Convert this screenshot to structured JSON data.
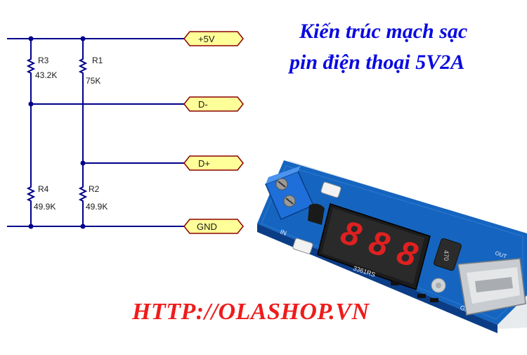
{
  "title": {
    "line1": "Kiến trúc mạch sạc",
    "line2": "pin điện thoại 5V2A",
    "color": "#0a0ae0"
  },
  "footer": {
    "url": "HTTP://OLASHOP.VN",
    "color": "#ee1c1c"
  },
  "schematic": {
    "nets": {
      "vplus": "+5V",
      "dminus": "D-",
      "dplus": "D+",
      "gnd": "GND"
    },
    "resistors": {
      "r3": {
        "ref": "R3",
        "value": "43.2K"
      },
      "r1": {
        "ref": "R1",
        "value": "75K"
      },
      "r4": {
        "ref": "R4",
        "value": "49.9K"
      },
      "r2": {
        "ref": "R2",
        "value": "49.9K"
      }
    },
    "wire_color": "#00008b",
    "port_fill": "#ffff99",
    "port_stroke": "#8b0000"
  },
  "board": {
    "display_digits": [
      "8",
      "8",
      "8"
    ],
    "chip_marking": "3361RS",
    "inductor_marking": "470",
    "silk_in": "IN",
    "silk_gnd": "GND",
    "silk_out": "OUT",
    "pcb_color": "#1565c0",
    "digit_color": "#e02020"
  }
}
